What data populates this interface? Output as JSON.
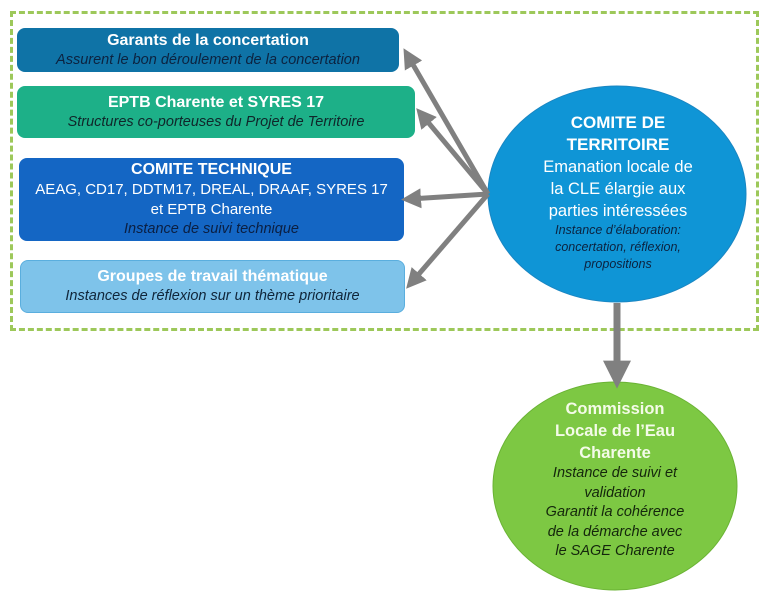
{
  "colors": {
    "frame_border": "#9dc85a",
    "garants_fill": "#0f73a6",
    "eptb_fill": "#1db088",
    "comite_technique_fill": "#1466c4",
    "groupes_fill": "#7ec3ea",
    "comite_territoire_fill": "#0f95d6",
    "cle_fill": "#7dc843",
    "arrow": "#808080"
  },
  "boxes": {
    "garants": {
      "title": "Garants de la concertation",
      "subtitle": "Assurent le bon déroulement de la concertation"
    },
    "eptb": {
      "title": "EPTB Charente et SYRES 17",
      "subtitle": "Structures co-porteuses du Projet de Territoire"
    },
    "comite_technique": {
      "title": "COMITE TECHNIQUE",
      "lines": [
        "AEAG, CD17, DDTM17, DREAL, DRAAF, SYRES 17",
        "et EPTB Charente"
      ],
      "subtitle": "Instance de suivi technique"
    },
    "groupes": {
      "title": "Groupes de travail thématique",
      "subtitle": "Instances de réflexion sur un thème prioritaire"
    }
  },
  "comite_territoire": {
    "title_lines": [
      "COMITE DE",
      "TERRITOIRE"
    ],
    "lines": [
      "Emanation locale de",
      "la CLE élargie aux",
      "parties intéressées"
    ],
    "subtitle_lines": [
      "Instance d’élaboration:",
      "concertation, réflexion,",
      "propositions"
    ]
  },
  "cle": {
    "title_lines": [
      "Commission",
      "Locale de l’Eau",
      "Charente"
    ],
    "subtitle_lines": [
      "Instance de suivi et",
      "validation",
      "Garantit la cohérence",
      "de la démarche avec",
      "le SAGE Charente"
    ]
  }
}
